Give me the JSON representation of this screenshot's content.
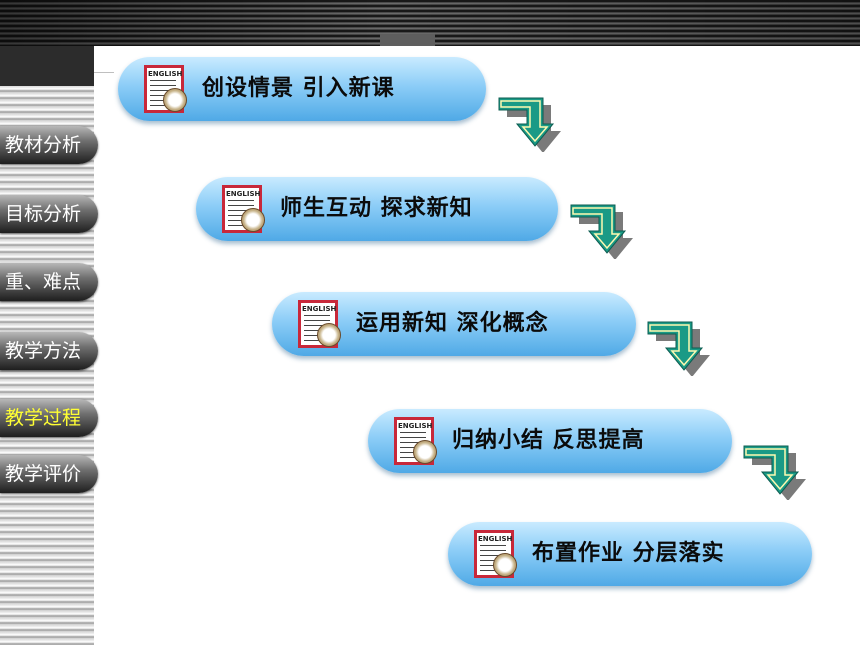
{
  "nav": [
    {
      "label": "教材分析",
      "active": false
    },
    {
      "label": "目标分析",
      "active": false
    },
    {
      "label": "重、难点",
      "active": false
    },
    {
      "label": "教学方法",
      "active": false
    },
    {
      "label": "教学过程",
      "active": true
    },
    {
      "label": "教学评价",
      "active": false
    }
  ],
  "steps": [
    {
      "label": "创设情景 引入新课",
      "card": "ENGLISH"
    },
    {
      "label": "师生互动 探求新知",
      "card": "ENGLISH"
    },
    {
      "label": "运用新知 深化概念",
      "card": "ENGLISH"
    },
    {
      "label": "归纳小结 反思提高",
      "card": "ENGLISH"
    },
    {
      "label": "布置作业 分层落实",
      "card": "ENGLISH"
    }
  ],
  "colors": {
    "nav_active_text": "#ffff33",
    "nav_text": "#ffffff",
    "step_top": "#c9ebff",
    "step_bottom": "#4fa9e6",
    "arrow_fill": "#1a9a86",
    "arrow_highlight": "#fff9b0"
  }
}
